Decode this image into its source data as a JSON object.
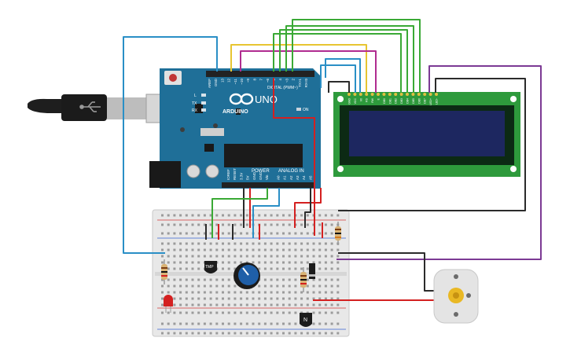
{
  "arduino": {
    "brand": "ARDUINO",
    "model": "UNO",
    "digital_label": "DIGITAL (PWM~)",
    "power_label": "POWER",
    "analog_label": "ANALOG IN",
    "on_label": "ON",
    "led_labels": [
      "L",
      "TX",
      "RX"
    ],
    "top_pins": [
      "AREF",
      "GND",
      "13",
      "12",
      "~11",
      "~10",
      "~9",
      "8",
      "7",
      "~6",
      "~5",
      "4",
      "~3",
      "2",
      "TX>1",
      "RX<0"
    ],
    "power_pins": [
      "IOREF",
      "RESET",
      "3.3V",
      "5V",
      "GND",
      "GND",
      "Vin"
    ],
    "analog_pins": [
      "A0",
      "A1",
      "A2",
      "A3",
      "A4",
      "A5"
    ]
  },
  "lcd": {
    "pins": [
      "GND",
      "VCC",
      "V0",
      "RS",
      "RW",
      "E",
      "DB0",
      "DB1",
      "DB2",
      "DB3",
      "DB4",
      "DB5",
      "DB6",
      "DB7",
      "LED+",
      "LED-"
    ]
  },
  "components": {
    "sensor_label": "TMP",
    "transistor_label": "N"
  },
  "colors": {
    "board": "#1f6f98",
    "lcd_pcb": "#2e9a3c",
    "lcd_screen": "#1d2760",
    "wire_red": "#d42020",
    "wire_green": "#3aa935",
    "wire_yellow": "#e7c531",
    "wire_magenta": "#b02c90",
    "wire_blue": "#2a8fc6",
    "wire_black": "#2b2b2b",
    "wire_purple": "#7c3a94"
  }
}
